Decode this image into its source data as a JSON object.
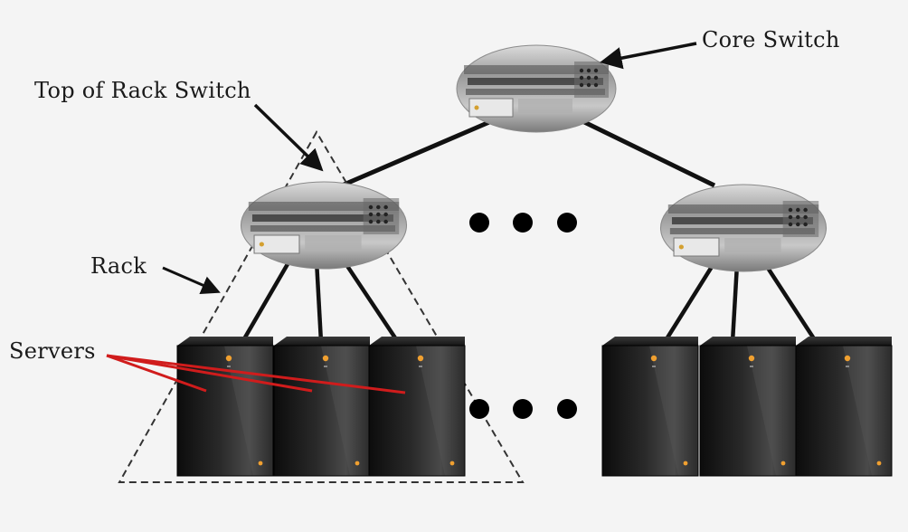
{
  "labels": {
    "core_switch": "Core Switch",
    "tor_switch": "Top of Rack Switch",
    "rack": "Rack",
    "servers": "Servers"
  },
  "colors": {
    "background": "#f4f4f4",
    "link": "#111111",
    "pointer": "#111111",
    "server_callout": "#d01c1c",
    "rack_outline": "#333333",
    "ellipsis_dot": "#000000",
    "server_led": "#f0a030"
  },
  "counts": {
    "core_switches": 1,
    "tor_switches_shown": 2,
    "servers_per_rack": 3
  }
}
